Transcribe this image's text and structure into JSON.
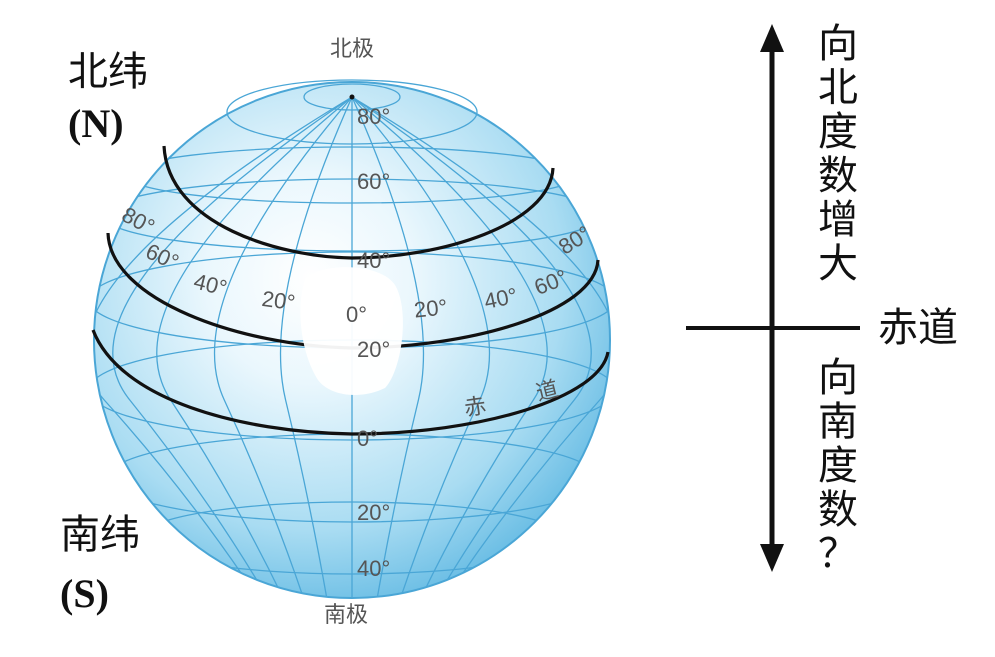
{
  "globe": {
    "north_pole_label": "北极",
    "south_pole_label": "南极",
    "equator_label": [
      "赤",
      "道"
    ],
    "lat_labels_north": [
      "80°",
      "60°",
      "40°",
      "20°"
    ],
    "lat_labels_south": [
      "0°",
      "20°",
      "40°"
    ],
    "lon_labels_left": [
      "80°",
      "60°",
      "40°",
      "20°"
    ],
    "lon_center": "0°",
    "lon_labels_right": [
      "20°",
      "40°",
      "60°",
      "80°"
    ],
    "colors": {
      "sphere_light": "#f4fbff",
      "sphere_mid": "#a9dcf2",
      "sphere_dark": "#5fb8e2",
      "grid": "#4aa6d6",
      "label": "#555555",
      "bold_line": "#111111"
    }
  },
  "north_hemisphere": {
    "label": "北纬",
    "code": "(N)"
  },
  "south_hemisphere": {
    "label": "南纬",
    "code": "(S)"
  },
  "diagram": {
    "equator": "赤道",
    "north_text": [
      "向",
      "北",
      "度",
      "数",
      "增",
      "大"
    ],
    "south_text": [
      "向",
      "南",
      "度",
      "数",
      "？"
    ]
  }
}
